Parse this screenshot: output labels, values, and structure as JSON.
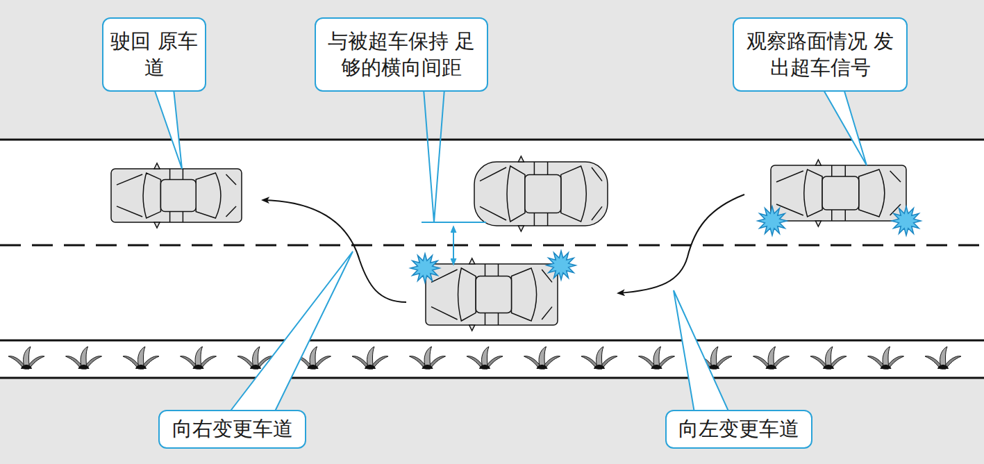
{
  "diagram": {
    "nodes": [
      {
        "text": [
          "驶回 原车道"
        ]
      },
      {
        "text": [
          "与被超车保持 足够的横向间距"
        ]
      },
      {
        "text": [
          "观察路面情况 发出超车信号"
        ]
      },
      {
        "text": [
          "向右变更车道"
        ]
      },
      {
        "text": [
          "向左变更车道"
        ]
      }
    ]
  }
}
